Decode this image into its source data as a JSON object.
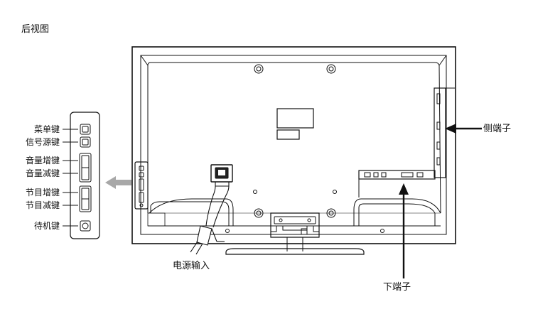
{
  "title": "后视图",
  "buttons": {
    "menu": "菜单键",
    "source": "信号源键",
    "vol_up": "音量增键",
    "vol_down": "音量减键",
    "ch_up": "节目增键",
    "ch_down": "节目减键",
    "standby": "待机键"
  },
  "callouts": {
    "side_ports": "侧端子",
    "bottom_ports": "下端子",
    "power_input": "电源输入"
  }
}
